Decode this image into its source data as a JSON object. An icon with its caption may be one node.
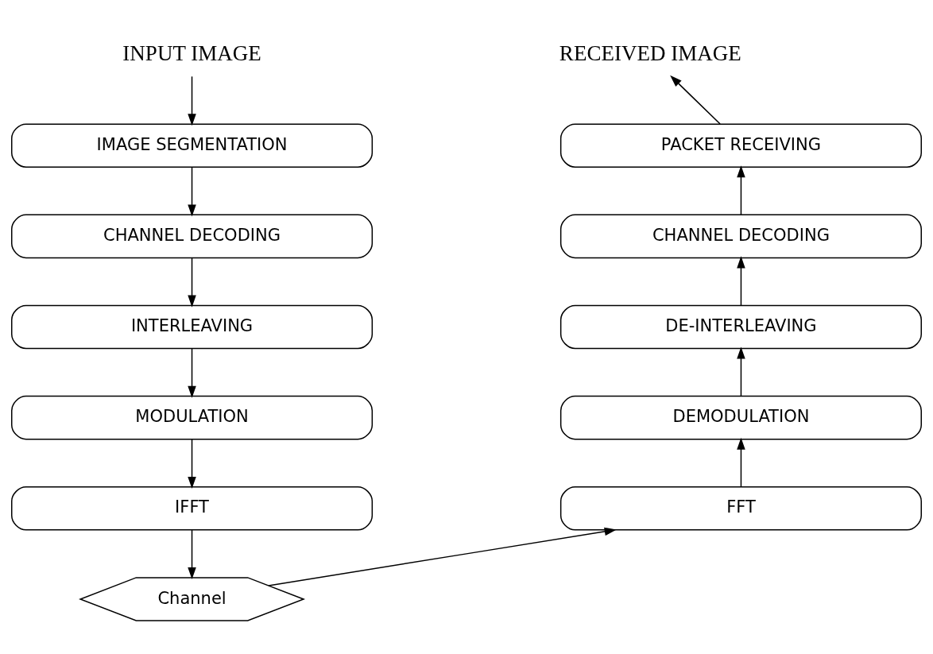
{
  "diagram": {
    "nodes": [
      {
        "text": [
          "INPUT IMAGE"
        ]
      },
      {
        "text": [
          "IMAGE SEGMENTATION"
        ]
      },
      {
        "text": [
          "CHANNEL DECODING"
        ]
      },
      {
        "text": [
          "INTERLEAVING"
        ]
      },
      {
        "text": [
          "MODULATION"
        ]
      },
      {
        "text": [
          "IFFT"
        ]
      },
      {
        "text": [
          "Channel"
        ]
      },
      {
        "text": [
          "FFT"
        ]
      },
      {
        "text": [
          "DEMODULATION"
        ]
      },
      {
        "text": [
          "DE-INTERLEAVING"
        ]
      },
      {
        "text": [
          "CHANNEL DECODING"
        ]
      },
      {
        "text": [
          "PACKET RECEIVING"
        ]
      },
      {
        "text": [
          "RECEIVED IMAGE"
        ]
      }
    ],
    "edges": [
      {
        "from": 0,
        "to": 1,
        "arrow": "to"
      },
      {
        "from": 1,
        "to": 2,
        "arrow": "to"
      },
      {
        "from": 2,
        "to": 3,
        "arrow": "to"
      },
      {
        "from": 3,
        "to": 4,
        "arrow": "to"
      },
      {
        "from": 4,
        "to": 5,
        "arrow": "to"
      },
      {
        "from": 5,
        "to": 6,
        "arrow": "to"
      },
      {
        "from": 6,
        "to": 7,
        "arrow": "to"
      },
      {
        "from": 7,
        "to": 8,
        "arrow": "to"
      },
      {
        "from": 8,
        "to": 9,
        "arrow": "to"
      },
      {
        "from": 9,
        "to": 10,
        "arrow": "to"
      },
      {
        "from": 10,
        "to": 11,
        "arrow": "to"
      },
      {
        "from": 11,
        "to": 12,
        "arrow": "to"
      }
    ]
  }
}
